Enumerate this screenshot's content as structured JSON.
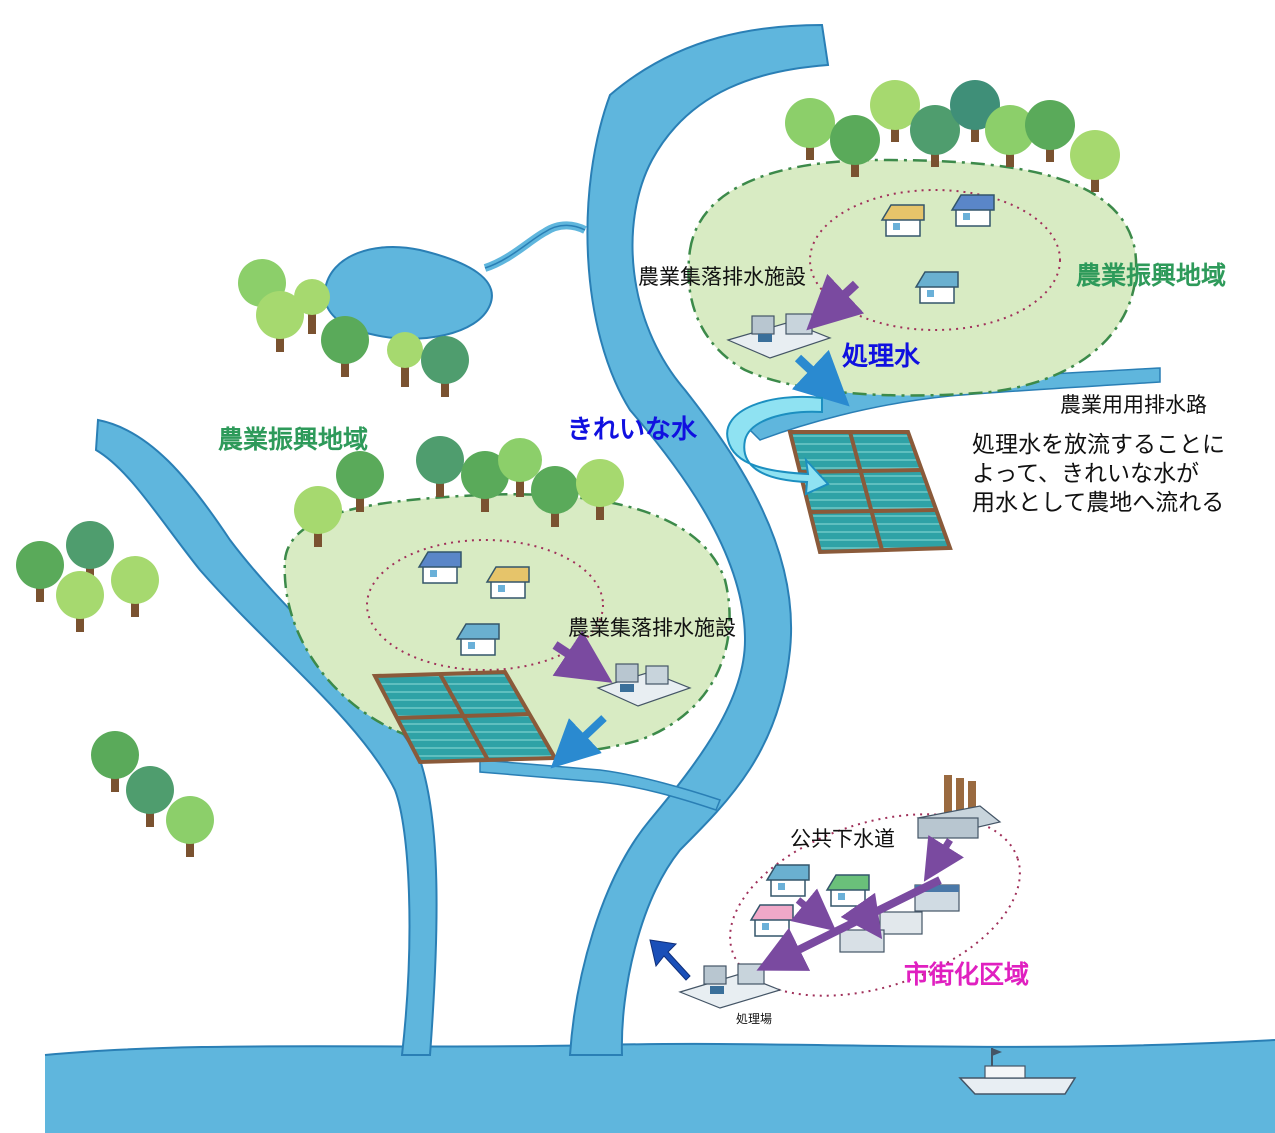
{
  "labels": {
    "region_right": "農業振興地域",
    "region_left": "農業振興地域",
    "facility_upper": "農業集落排水施設",
    "facility_lower": "農業集落排水施設",
    "treated_water": "処理水",
    "clean_water": "きれいな水",
    "channel": "農業用用排水路",
    "sewer": "公共下水道",
    "urban_area": "市街化区域",
    "plant": "処理場"
  },
  "explanation": {
    "line1": "処理水を放流することに",
    "line2": "よって、きれいな水が",
    "line3": "用水として農地へ流れる"
  },
  "colors": {
    "water": "#5fb6dd",
    "water_dark": "#2a7fb5",
    "region_fill": "#d8ebc3",
    "region_border": "#3c8a4a",
    "settlement_border": "#a0305a",
    "arrow_purple": "#7a4aa0",
    "arrow_blue": "#2a8ad0",
    "paddy": "#3aa6a6",
    "paddy_border": "#8a5a3a"
  }
}
